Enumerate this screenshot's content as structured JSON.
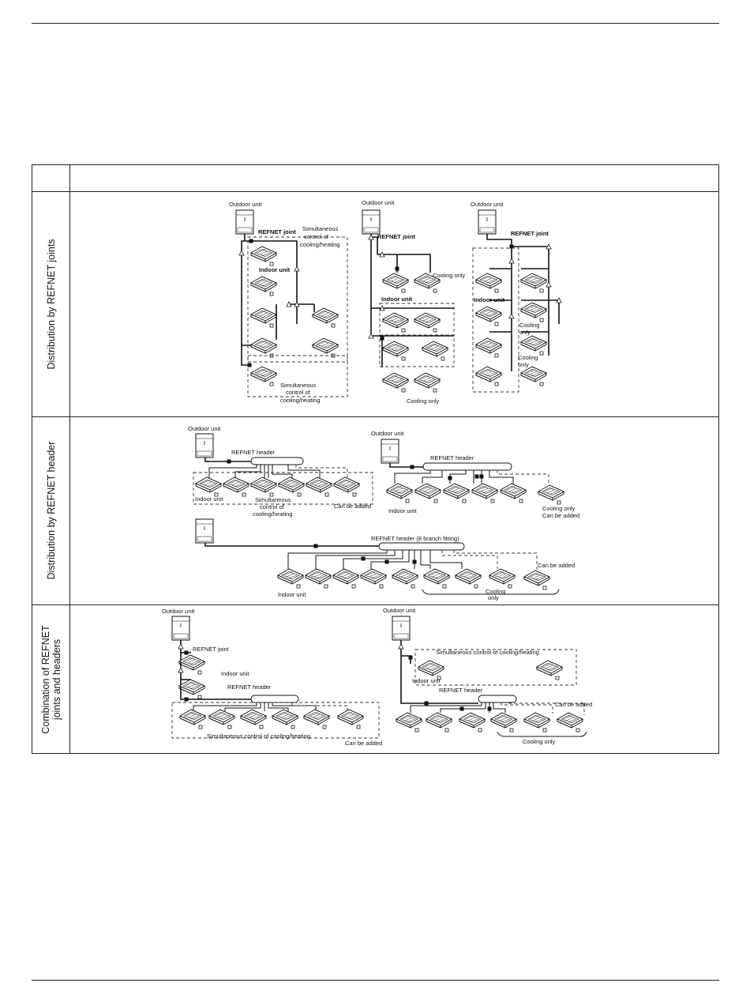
{
  "table": {
    "header": "",
    "rows": [
      {
        "label": "Distribution by REFNET joints"
      },
      {
        "label": "Distribution by REFNET header"
      },
      {
        "label_line1": "Combination of REFNET",
        "label_line2": "joints and headers"
      }
    ]
  },
  "row1": {
    "outdoor_a": "Outdoor unit",
    "outdoor_b": "Outdoor unit",
    "outdoor_c": "Outdoor unit",
    "refnet_joint_a": "REFNET joint",
    "refnet_joint_b": "REFNET joint",
    "refnet_joint_c": "REFNET joint",
    "simul_a1": "Simultaneous",
    "simul_a2": "control of",
    "simul_a3": "cooling/heating",
    "indoor_a": "Indoor unit",
    "indoor_b": "Indoor unit",
    "indoor_c": "Indoor unit",
    "simul_b1": "Simultaneous",
    "simul_b2": "control of",
    "simul_b3": "cooling/heating",
    "cooling_only_b1": "Cooling only",
    "cooling_only_b2": "Cooling only",
    "cooling_c1a": "Cooling",
    "cooling_c1b": "only",
    "cooling_c2a": "Cooling",
    "cooling_c2b": "only"
  },
  "row2": {
    "outdoor_a": "Outdoor unit",
    "outdoor_b": "Outdoor unit",
    "header_a": "REFNET header",
    "header_b": "REFNET header",
    "header_c": "REFNET header (8 branch fitting)",
    "indoor_a": "Indoor unit",
    "indoor_b": "Indoor unit",
    "indoor_c": "Indoor unit",
    "simul_1": "Simultaneous",
    "simul_2": "control of",
    "simul_3": "cooling/heating",
    "can_add_a": "Can be added",
    "cooling_only_b": "Cooling only",
    "can_add_b": "Can be added",
    "can_add_c": "Can be added",
    "cooling_c1": "Cooling",
    "cooling_c2": "only"
  },
  "row3": {
    "outdoor_a": "Outdoor unit",
    "outdoor_b": "Outdoor unit",
    "joint_a": "REFNET joint",
    "indoor_a": "Indoor unit",
    "header_a": "REFNET header",
    "simul_a": "Simultaneous control of cooling/heating",
    "can_add_a": "Can be added",
    "simul_b": "Simultaneous control of cooling/heating",
    "indoor_b": "Indoor unit",
    "header_b": "REFNET header",
    "can_add_b": "Can be added",
    "cooling_only_b": "Cooling only"
  }
}
